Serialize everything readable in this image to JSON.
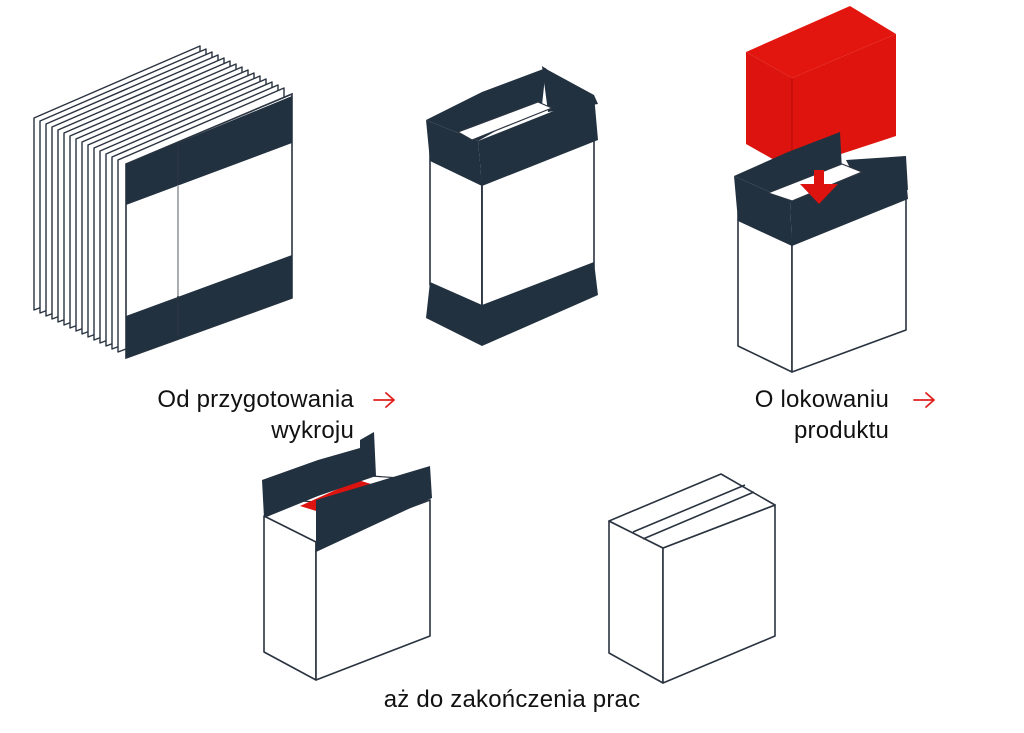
{
  "steps": [
    {
      "lines": [
        "Od przygotowania",
        "wykroju"
      ],
      "icon": "arrow-right-icon"
    },
    {
      "lines": [
        "O lokowaniu",
        "produktu"
      ],
      "icon": "arrow-right-icon"
    },
    {
      "lines": [
        "aż do zakończenia prac"
      ]
    }
  ],
  "colors": {
    "outline": "#2a3340",
    "band": "#22313f",
    "product": "#dc130f",
    "arrow": "#e02020",
    "text": "#111111"
  }
}
